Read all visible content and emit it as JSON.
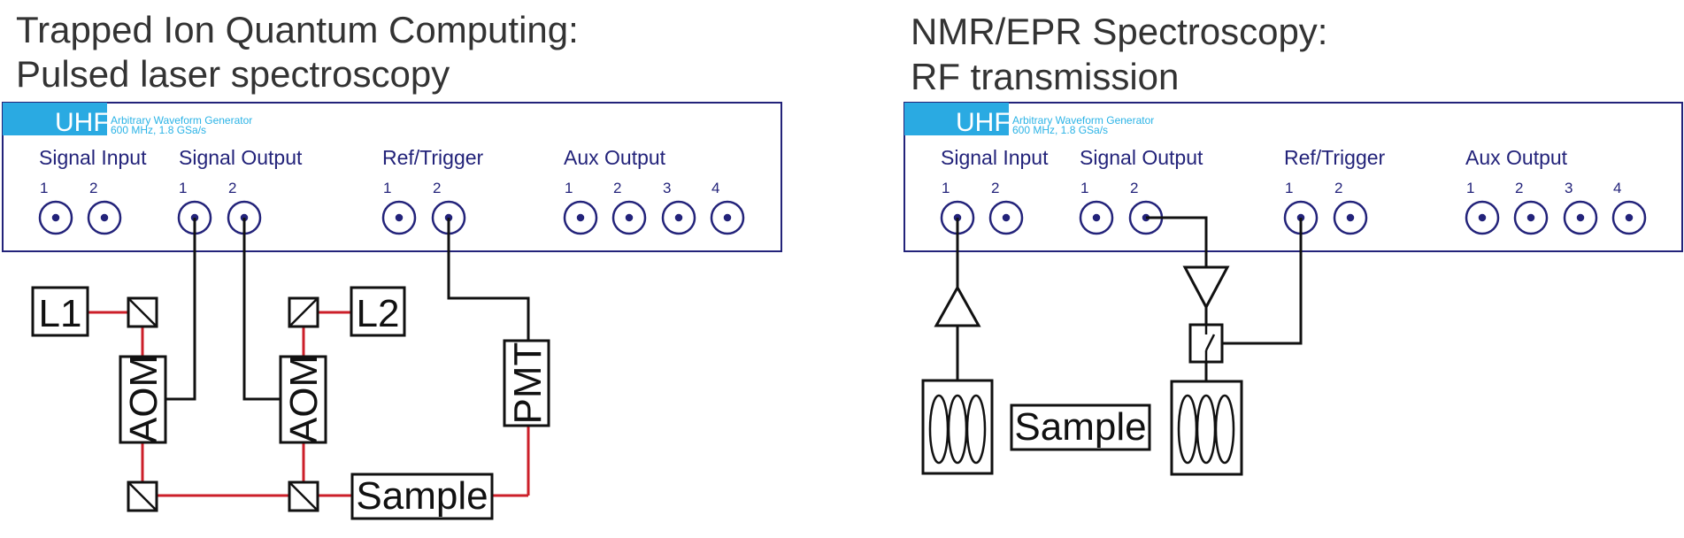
{
  "colors": {
    "frame": "#23237a",
    "accent": "#2aaae2",
    "wire": "#111111",
    "laser": "#cc1f29"
  },
  "left": {
    "title_line1": "Trapped Ion Quantum Computing:",
    "title_line2": "Pulsed laser spectroscopy",
    "device": {
      "brand": "UHF",
      "subtitle_line1": "Arbitrary Waveform Generator",
      "subtitle_line2": "600 MHz, 1.8 GSa/s",
      "groups": {
        "signal_input": "Signal Input",
        "signal_output": "Signal Output",
        "ref_trigger": "Ref/Trigger",
        "aux_output": "Aux Output"
      },
      "port_numbers": {
        "signal_input": [
          "1",
          "2"
        ],
        "signal_output": [
          "1",
          "2"
        ],
        "ref_trigger": [
          "1",
          "2"
        ],
        "aux_output": [
          "1",
          "2",
          "3",
          "4"
        ]
      }
    },
    "components": {
      "laser1": "L1",
      "laser2": "L2",
      "aom1": "AOM",
      "aom2": "AOM",
      "pmt": "PMT",
      "sample": "Sample"
    }
  },
  "right": {
    "title_line1": "NMR/EPR Spectroscopy:",
    "title_line2": "RF transmission",
    "device": {
      "brand": "UHF",
      "subtitle_line1": "Arbitrary Waveform Generator",
      "subtitle_line2": "600 MHz, 1.8 GSa/s",
      "groups": {
        "signal_input": "Signal Input",
        "signal_output": "Signal Output",
        "ref_trigger": "Ref/Trigger",
        "aux_output": "Aux Output"
      },
      "port_numbers": {
        "signal_input": [
          "1",
          "2"
        ],
        "signal_output": [
          "1",
          "2"
        ],
        "ref_trigger": [
          "1",
          "2"
        ],
        "aux_output": [
          "1",
          "2",
          "3",
          "4"
        ]
      }
    },
    "components": {
      "sample": "Sample"
    }
  }
}
